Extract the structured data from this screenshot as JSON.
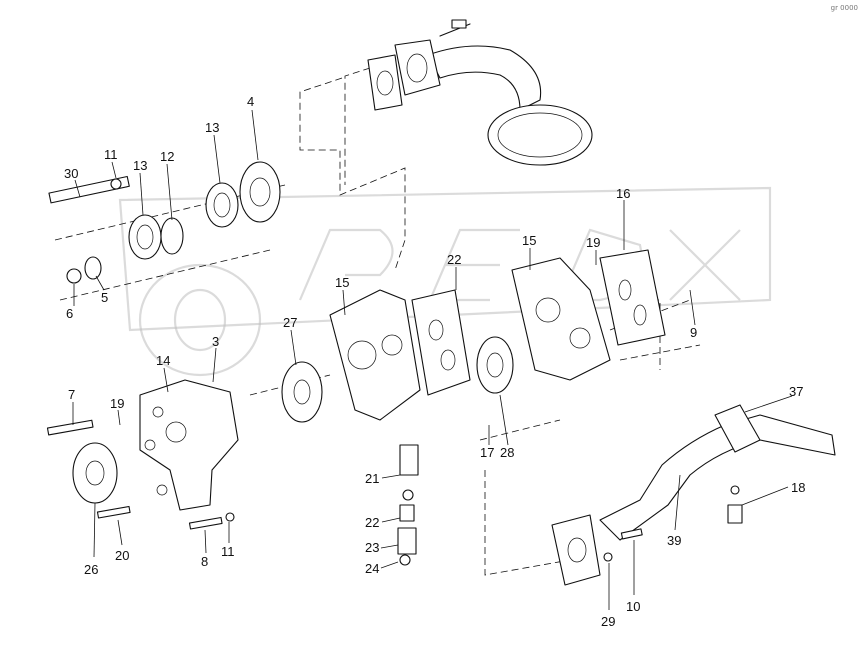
{
  "corner_mark": "gr 0000",
  "labels": [
    {
      "id": "l30",
      "text": "30"
    },
    {
      "id": "l11a",
      "text": "11"
    },
    {
      "id": "l13a",
      "text": "13"
    },
    {
      "id": "l12",
      "text": "12"
    },
    {
      "id": "l13b",
      "text": "13"
    },
    {
      "id": "l4",
      "text": "4"
    },
    {
      "id": "l6",
      "text": "6"
    },
    {
      "id": "l5",
      "text": "5"
    },
    {
      "id": "l16",
      "text": "16"
    },
    {
      "id": "l15a",
      "text": "15"
    },
    {
      "id": "l19a",
      "text": "19"
    },
    {
      "id": "l22a",
      "text": "22"
    },
    {
      "id": "l15b",
      "text": "15"
    },
    {
      "id": "l27",
      "text": "27"
    },
    {
      "id": "l9",
      "text": "9"
    },
    {
      "id": "l14",
      "text": "14"
    },
    {
      "id": "l3",
      "text": "3"
    },
    {
      "id": "l7",
      "text": "7"
    },
    {
      "id": "l19b",
      "text": "19"
    },
    {
      "id": "l37",
      "text": "37"
    },
    {
      "id": "l17",
      "text": "17"
    },
    {
      "id": "l28",
      "text": "28"
    },
    {
      "id": "l21",
      "text": "21"
    },
    {
      "id": "l18",
      "text": "18"
    },
    {
      "id": "l22b",
      "text": "22"
    },
    {
      "id": "l39",
      "text": "39"
    },
    {
      "id": "l23",
      "text": "23"
    },
    {
      "id": "l24",
      "text": "24"
    },
    {
      "id": "l26",
      "text": "26"
    },
    {
      "id": "l20",
      "text": "20"
    },
    {
      "id": "l8",
      "text": "8"
    },
    {
      "id": "l11b",
      "text": "11"
    },
    {
      "id": "l29",
      "text": "29"
    },
    {
      "id": "l10",
      "text": "10"
    }
  ]
}
